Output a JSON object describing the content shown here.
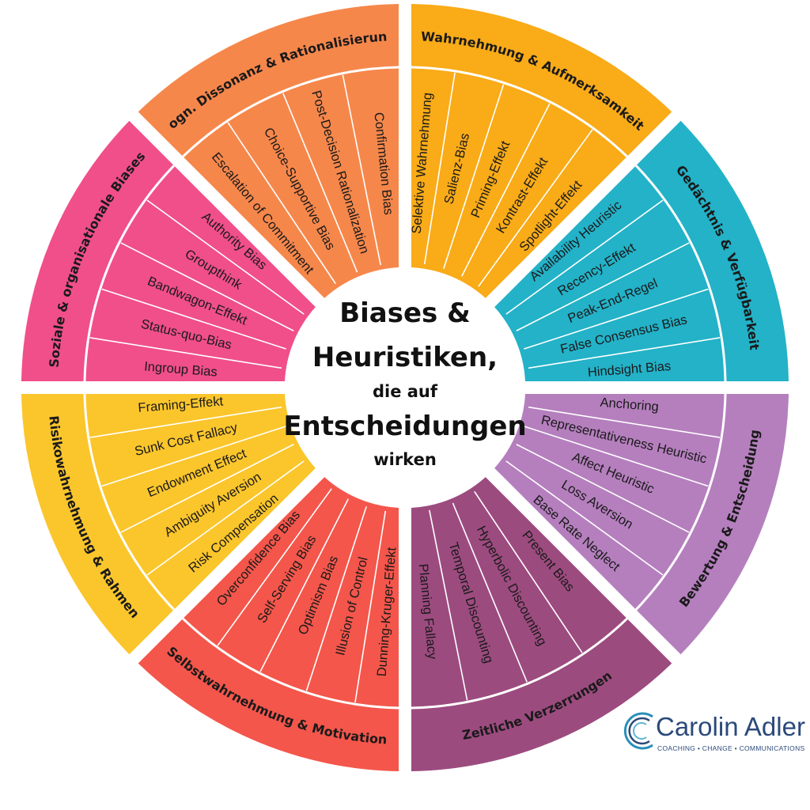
{
  "center": {
    "line1": "Biases &",
    "line2": "Heuristiken,",
    "line3": "die auf",
    "line4": "Entscheidungen",
    "line5": "wirken"
  },
  "categories": [
    {
      "name": "Wahrnehmung & Aufmerksamkeit",
      "color": "#f9ab18",
      "items": [
        "Selektive Wahrnehmung",
        "Salienz-Bias",
        "Priming-Effekt",
        "Kontrast-Effekt",
        "Spotlight-Effekt"
      ]
    },
    {
      "name": "Gedächtnis & Verfügbarkeit",
      "color": "#23b2c8",
      "items": [
        "Availability Heuristic",
        "Recency-Effekt",
        "Peak-End-Regel",
        "False Consensus Bias",
        "Hindsight Bias"
      ]
    },
    {
      "name": "Bewertung & Entscheidung",
      "color": "#b57fbe",
      "items": [
        "Anchoring",
        "Representativeness Heuristic",
        "Affect Heuristic",
        "Loss Aversion",
        "Base Rate Neglect"
      ]
    },
    {
      "name": "Zeitliche Verzerrungen",
      "color": "#9c4b7f",
      "items": [
        "Present Bias",
        "Hyperbolic Discounting",
        "Temporal Discounting",
        "Planning Fallacy"
      ]
    },
    {
      "name": "Selbstwahrnehmung & Motivation",
      "color": "#f4564b",
      "items": [
        "Dunning-Kruger-Effekt",
        "Illusion of Control",
        "Optimism Bias",
        "Self-Serving Bias",
        "Overconfidence Bias"
      ]
    },
    {
      "name": "Risikowahrnehmung & Rahmen",
      "color": "#fbc62c",
      "items": [
        "Risk Compensation",
        "Ambiguity Aversion",
        "Endowment Effect",
        "Sunk Cost Fallacy",
        "Framing-Effekt"
      ]
    },
    {
      "name": "Soziale & organisationale Biases",
      "color": "#f04f8a",
      "items": [
        "Ingroup Bias",
        "Status-quo-Bias",
        "Bandwagon-Effekt",
        "Groupthink",
        "Authority Bias"
      ]
    },
    {
      "name": "Kogn. Dissonanz & Rationalisierung",
      "color": "#f6874b",
      "items": [
        "Escalation of Commitment",
        "Choice-Supportive Bias",
        "Post-Decision Rationalization",
        "Confirmation Bias"
      ]
    }
  ],
  "brand": {
    "name": "Carolin Adler",
    "tagline": "COACHING • CHANGE • COMMUNICATIONS",
    "color": "#2c4a7a"
  }
}
